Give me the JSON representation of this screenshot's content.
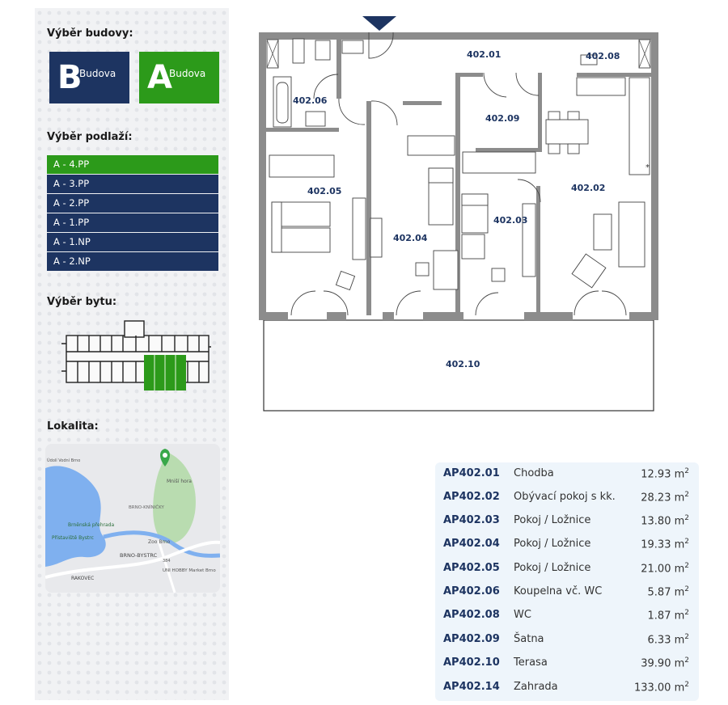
{
  "sidebar": {
    "building_title": "Výběr budovy:",
    "buildings": [
      {
        "letter": "B",
        "label": "Budova",
        "color": "#1d3461"
      },
      {
        "letter": "A",
        "label": "Budova",
        "color": "#2c9a1a"
      }
    ],
    "floor_title": "Výběr podlaží:",
    "floors": [
      "A - 4.PP",
      "A - 3.PP",
      "A - 2.PP",
      "A - 1.PP",
      "A - 1.NP",
      "A - 2.NP"
    ],
    "active_floor": "A - 4.PP",
    "apartment_title": "Výběr bytu:",
    "locality_title": "Lokalita:",
    "map": {
      "labels": [
        "Mniší hora",
        "BRNO-KNÍNIČKY",
        "Brněnská přehrada",
        "Přístaviště Bystrc",
        "Zoo Brno",
        "BRNO-BYSTRC",
        "UNI HOBBY Market Brno",
        "RAKOVEC",
        "Údolí Vodní Brno",
        "384"
      ]
    }
  },
  "plan": {
    "rooms": [
      {
        "id": "402.01"
      },
      {
        "id": "402.08"
      },
      {
        "id": "402.06"
      },
      {
        "id": "402.09"
      },
      {
        "id": "402.02"
      },
      {
        "id": "402.05"
      },
      {
        "id": "402.03"
      },
      {
        "id": "402.04"
      },
      {
        "id": "402.10"
      }
    ]
  },
  "areas": [
    {
      "code": "AP402.01",
      "name": "Chodba",
      "size": "12.93 m",
      "unit": "2"
    },
    {
      "code": "AP402.02",
      "name": "Obývací pokoj s kk.",
      "size": "28.23 m",
      "unit": "2"
    },
    {
      "code": "AP402.03",
      "name": "Pokoj / Ložnice",
      "size": "13.80 m",
      "unit": "2"
    },
    {
      "code": "AP402.04",
      "name": "Pokoj / Ložnice",
      "size": "19.33 m",
      "unit": "2"
    },
    {
      "code": "AP402.05",
      "name": "Pokoj / Ložnice",
      "size": "21.00 m",
      "unit": "2"
    },
    {
      "code": "AP402.06",
      "name": "Koupelna vč. WC",
      "size": "5.87 m",
      "unit": "2"
    },
    {
      "code": "AP402.08",
      "name": "WC",
      "size": "1.87 m",
      "unit": "2"
    },
    {
      "code": "AP402.09",
      "name": "Šatna",
      "size": "6.33 m",
      "unit": "2"
    },
    {
      "code": "AP402.10",
      "name": "Terasa",
      "size": "39.90 m",
      "unit": "2"
    },
    {
      "code": "AP402.14",
      "name": "Zahrada",
      "size": "133.00 m",
      "unit": "2"
    }
  ]
}
